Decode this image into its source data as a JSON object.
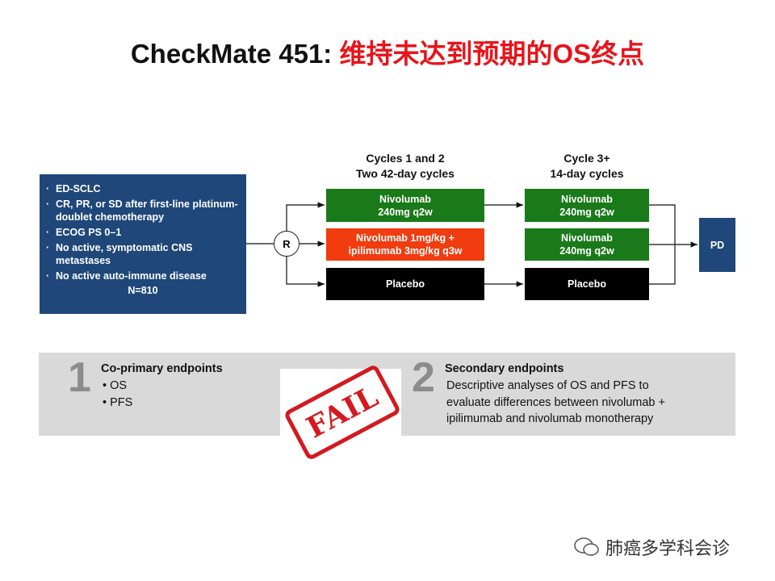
{
  "title": {
    "prefix": "CheckMate 451: ",
    "highlight": "维持未达到预期的OS终点"
  },
  "eligibility": {
    "items": [
      "ED-SCLC",
      "CR, PR, or SD after first-line platinum-doublet chemotherapy",
      "ECOG PS 0–1",
      "No active, symptomatic CNS metastases",
      "No active auto-immune disease"
    ],
    "n": "N=810"
  },
  "randomize": "R",
  "columns": [
    {
      "line1": "Cycles 1 and 2",
      "line2": "Two 42-day cycles"
    },
    {
      "line1": "Cycle 3+",
      "line2": "14-day cycles"
    }
  ],
  "arms_phase1": [
    {
      "line1": "Nivolumab",
      "line2": "240mg q2w"
    },
    {
      "line1": "Nivolumab 1mg/kg +",
      "line2": "ipilimumab 3mg/kg q3w"
    },
    {
      "line1": "Placebo",
      "line2": ""
    }
  ],
  "arms_phase2": [
    {
      "line1": "Nivolumab",
      "line2": "240mg q2w"
    },
    {
      "line1": "Nivolumab",
      "line2": "240mg q2w"
    },
    {
      "line1": "Placebo",
      "line2": ""
    }
  ],
  "outcome": "PD",
  "endpoints": {
    "primary": {
      "number": "1",
      "heading": "Co-primary endpoints",
      "items": [
        "OS",
        "PFS"
      ]
    },
    "secondary": {
      "number": "2",
      "heading": "Secondary endpoints",
      "lines": [
        "Descriptive analyses of OS and PFS to",
        "evaluate differences between nivolumab +",
        "ipilimumab and nivolumab monotherapy"
      ]
    }
  },
  "stamp": "FAIL",
  "watermark": "肺癌多学科会诊",
  "colors": {
    "navy": "#1f477a",
    "green": "#1a7a1a",
    "orange": "#f03c0f",
    "red": "#e8141b"
  }
}
